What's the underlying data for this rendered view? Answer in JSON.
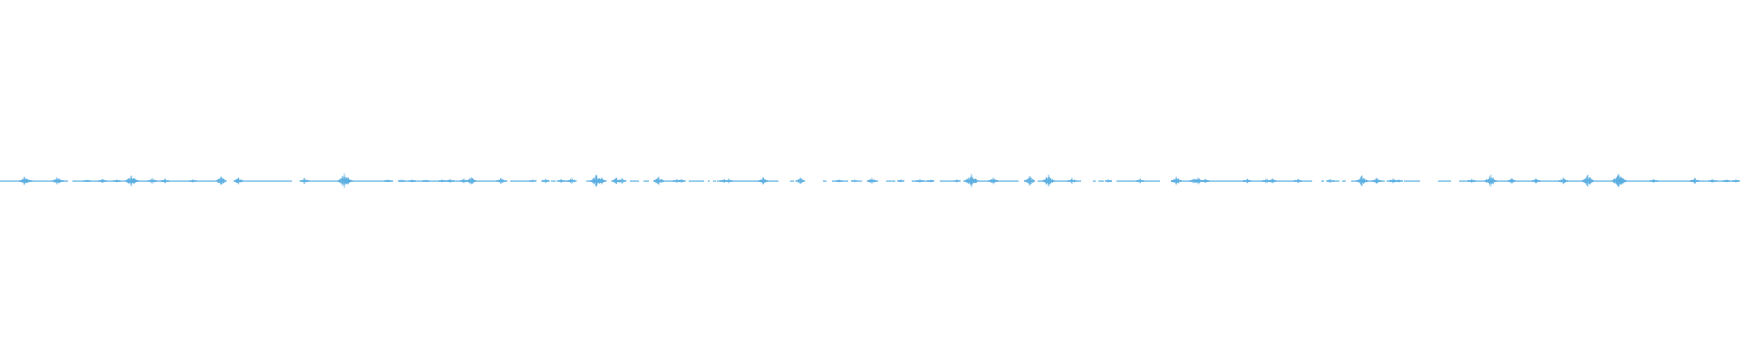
{
  "waveform": {
    "color": "#5aaee0",
    "segments": [
      [
        0,
        75
      ],
      [
        80,
        238
      ],
      [
        260,
        322
      ],
      [
        338,
        376
      ],
      [
        379,
        434
      ],
      [
        443,
        560
      ],
      [
        563,
        586
      ],
      [
        598,
        600
      ],
      [
        608,
        613
      ],
      [
        620,
        632
      ],
      [
        647,
        661
      ],
      [
        695,
        705
      ],
      [
        710,
        716
      ],
      [
        721,
        726
      ],
      [
        731,
        745
      ],
      [
        760,
        777
      ],
      [
        781,
        783
      ],
      [
        787,
        790
      ],
      [
        791,
        802
      ],
      [
        804,
        859
      ],
      [
        872,
        876
      ],
      [
        908,
        912
      ],
      [
        918,
        936
      ],
      [
        947,
        951
      ],
      [
        958,
        969
      ],
      [
        978,
        988
      ],
      [
        1006,
        1030
      ],
      [
        1037,
        1052
      ],
      [
        1063,
        1066
      ],
      [
        1068,
        1076
      ],
      [
        1079,
        1124
      ],
      [
        1145,
        1180
      ],
      [
        1187,
        1193
      ],
      [
        1206,
        1209
      ],
      [
        1212,
        1218
      ],
      [
        1222,
        1227
      ],
      [
        1232,
        1257
      ],
      [
        1260,
        1280
      ],
      [
        1292,
        1448
      ],
      [
        1458,
        1461
      ],
      [
        1470,
        1478
      ],
      [
        1481,
        1485
      ],
      [
        1491,
        1528
      ],
      [
        1530,
        1545
      ],
      [
        1549,
        1567
      ],
      [
        1587,
        1601
      ],
      [
        1610,
        1624
      ],
      [
        1620,
        1920
      ]
    ],
    "bursts": [
      {
        "t": 27,
        "a": 0.35
      },
      {
        "t": 31,
        "a": 0.15
      },
      {
        "t": 63,
        "a": 0.3
      },
      {
        "t": 66,
        "a": 0.2
      },
      {
        "t": 96,
        "a": 0.1
      },
      {
        "t": 113,
        "a": 0.15
      },
      {
        "t": 129,
        "a": 0.12
      },
      {
        "t": 145,
        "a": 0.45
      },
      {
        "t": 148,
        "a": 0.25
      },
      {
        "t": 168,
        "a": 0.25
      },
      {
        "t": 182,
        "a": 0.2
      },
      {
        "t": 213,
        "a": 0.12
      },
      {
        "t": 244,
        "a": 0.35
      },
      {
        "t": 263,
        "a": 0.3
      },
      {
        "t": 336,
        "a": 0.25
      },
      {
        "t": 380,
        "a": 0.6
      },
      {
        "t": 384,
        "a": 0.3
      },
      {
        "t": 428,
        "a": 0.1
      },
      {
        "t": 443,
        "a": 0.12
      },
      {
        "t": 455,
        "a": 0.12
      },
      {
        "t": 470,
        "a": 0.1
      },
      {
        "t": 488,
        "a": 0.12
      },
      {
        "t": 497,
        "a": 0.15
      },
      {
        "t": 512,
        "a": 0.2
      },
      {
        "t": 520,
        "a": 0.3
      },
      {
        "t": 553,
        "a": 0.25
      },
      {
        "t": 588,
        "a": 0.12
      },
      {
        "t": 602,
        "a": 0.18
      },
      {
        "t": 619,
        "a": 0.15
      },
      {
        "t": 631,
        "a": 0.25
      },
      {
        "t": 658,
        "a": 0.5
      },
      {
        "t": 664,
        "a": 0.3
      },
      {
        "t": 680,
        "a": 0.28
      },
      {
        "t": 686,
        "a": 0.25
      },
      {
        "t": 727,
        "a": 0.35
      },
      {
        "t": 747,
        "a": 0.15
      },
      {
        "t": 752,
        "a": 0.15
      },
      {
        "t": 799,
        "a": 0.15
      },
      {
        "t": 804,
        "a": 0.2
      },
      {
        "t": 842,
        "a": 0.3
      },
      {
        "t": 883,
        "a": 0.28
      },
      {
        "t": 926,
        "a": 0.12
      },
      {
        "t": 943,
        "a": 0.12
      },
      {
        "t": 962,
        "a": 0.25
      },
      {
        "t": 994,
        "a": 0.12
      },
      {
        "t": 1015,
        "a": 0.15
      },
      {
        "t": 1027,
        "a": 0.12
      },
      {
        "t": 1056,
        "a": 0.12
      },
      {
        "t": 1072,
        "a": 0.55
      },
      {
        "t": 1096,
        "a": 0.28
      },
      {
        "t": 1136,
        "a": 0.4
      },
      {
        "t": 1157,
        "a": 0.5
      },
      {
        "t": 1183,
        "a": 0.25
      },
      {
        "t": 1223,
        "a": 0.12
      },
      {
        "t": 1258,
        "a": 0.2
      },
      {
        "t": 1298,
        "a": 0.35
      },
      {
        "t": 1317,
        "a": 0.2
      },
      {
        "t": 1322,
        "a": 0.28
      },
      {
        "t": 1330,
        "a": 0.15
      },
      {
        "t": 1376,
        "a": 0.2
      },
      {
        "t": 1397,
        "a": 0.2
      },
      {
        "t": 1404,
        "a": 0.2
      },
      {
        "t": 1432,
        "a": 0.18
      },
      {
        "t": 1468,
        "a": 0.15
      },
      {
        "t": 1503,
        "a": 0.45
      },
      {
        "t": 1519,
        "a": 0.25
      },
      {
        "t": 1537,
        "a": 0.2
      },
      {
        "t": 1544,
        "a": 0.12
      },
      {
        "t": 1624,
        "a": 0.15
      },
      {
        "t": 1645,
        "a": 0.5
      },
      {
        "t": 1668,
        "a": 0.22
      },
      {
        "t": 1695,
        "a": 0.2
      },
      {
        "t": 1725,
        "a": 0.28
      },
      {
        "t": 1752,
        "a": 0.5
      },
      {
        "t": 1786,
        "a": 0.55
      },
      {
        "t": 1789,
        "a": 0.35
      },
      {
        "t": 1825,
        "a": 0.15
      },
      {
        "t": 1870,
        "a": 0.25
      },
      {
        "t": 1890,
        "a": 0.15
      },
      {
        "t": 1905,
        "a": 0.12
      },
      {
        "t": 1915,
        "a": 0.12
      }
    ]
  }
}
